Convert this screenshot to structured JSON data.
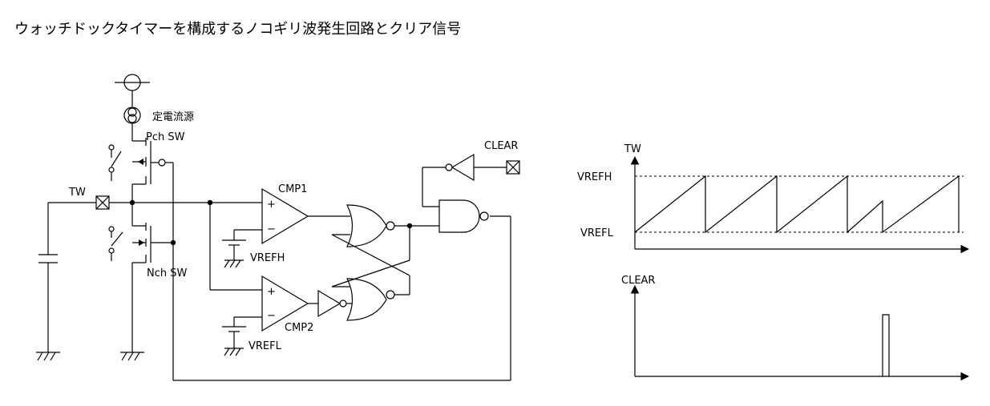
{
  "title": "ウォッチドックタイマーを構成するノコギリ波発生回路とクリア信号",
  "circuit": {
    "current_source_label": "定電流源",
    "pch_label": "Pch SW",
    "nch_label": "Nch SW",
    "tw_label": "TW",
    "clear_label": "CLEAR",
    "cmp1_label": "CMP1",
    "cmp2_label": "CMP2",
    "vrefh_label": "VREFH",
    "vrefl_label": "VREFL",
    "plus_sign": "+",
    "minus_sign": "−"
  },
  "tw_graph": {
    "y_label": "TW",
    "high_label": "VREFH",
    "low_label": "VREFL"
  },
  "clear_graph": {
    "y_label": "CLEAR"
  }
}
